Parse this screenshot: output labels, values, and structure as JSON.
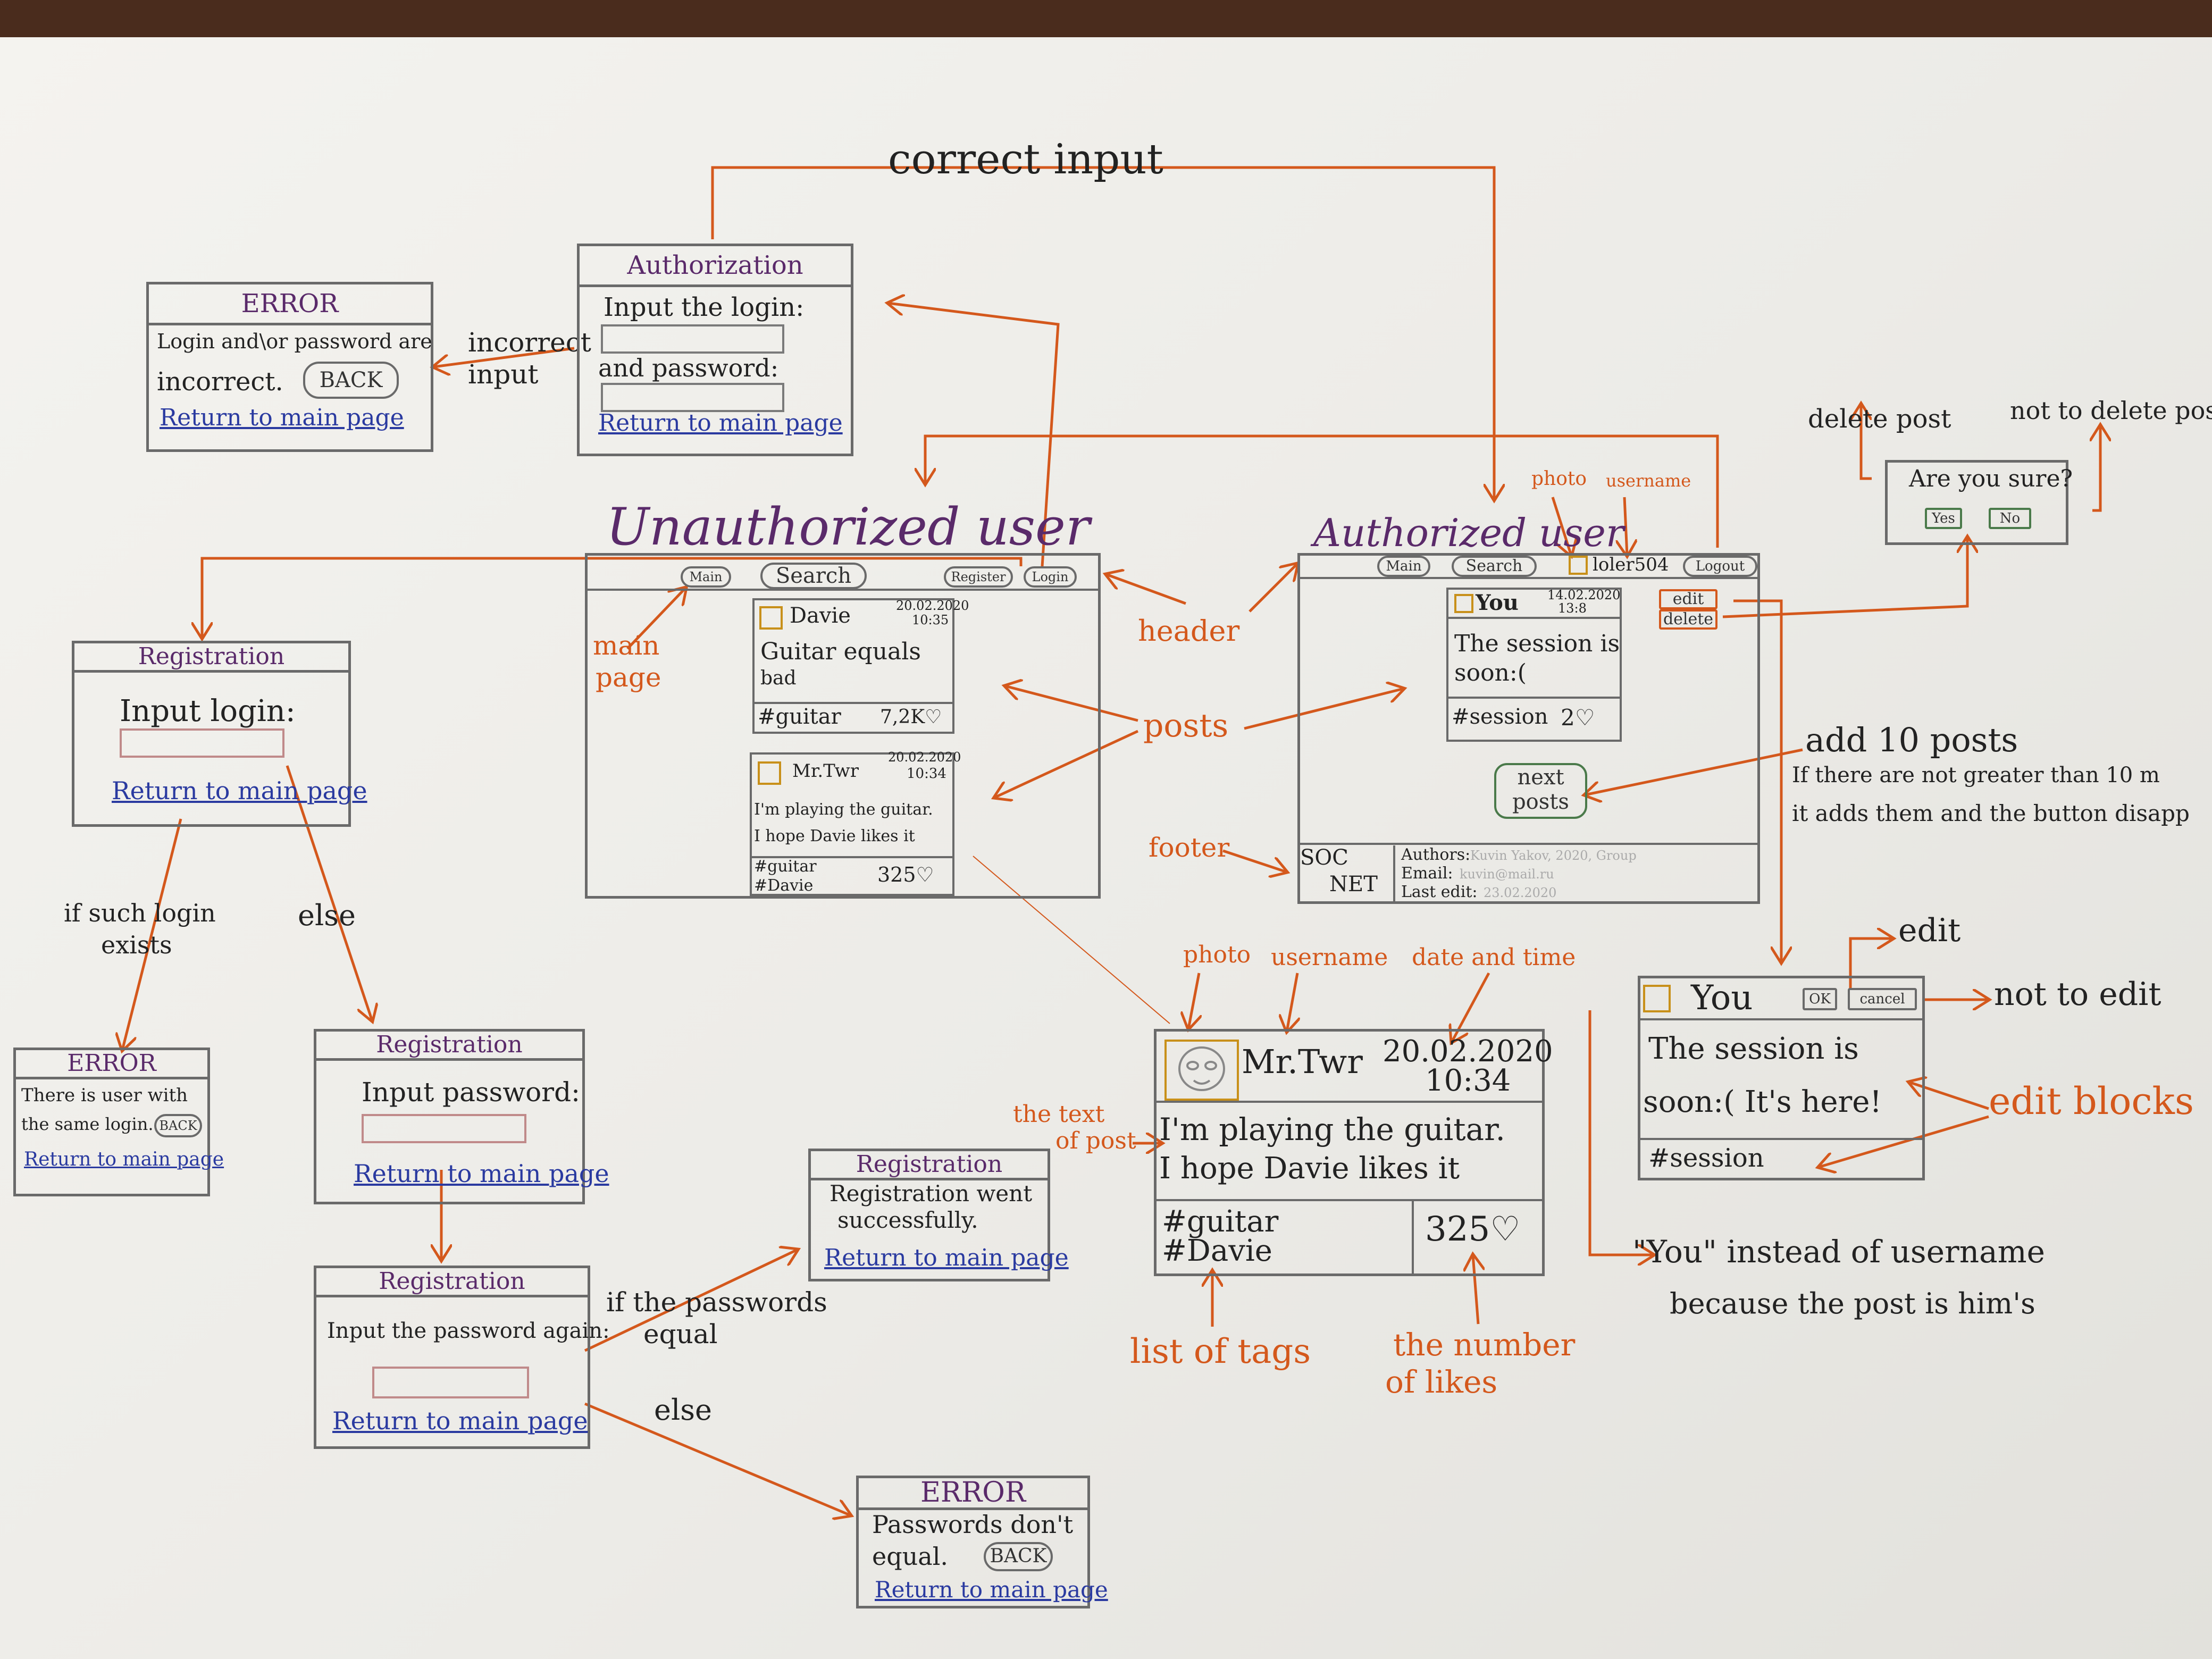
{
  "labels": {
    "correct_input": "correct input",
    "incorrect_input_1": "incorrect",
    "incorrect_input_2": "input",
    "unauthorized_user": "Unauthorized user",
    "authorized_user": "Authorized user",
    "header": "header",
    "posts": "posts",
    "footer": "footer",
    "main_page_1": "main",
    "main_page_2": "page",
    "photo_top": "photo",
    "username_top": "username",
    "delete_post": "delete post",
    "not_to_delete_post": "not to delete post",
    "add_10_posts": "add 10 posts",
    "add_10_note_1": "If there are not greater than 10 m",
    "add_10_note_2": "it adds them and the button disapp",
    "if_such_login_1": "if such login",
    "if_such_login_2": "exists",
    "else_1": "else",
    "else_2": "else",
    "if_passwords_1": "if the passwords",
    "if_passwords_2": "equal",
    "photo": "photo",
    "username": "username",
    "date_and_time": "date and time",
    "text_of_post_1": "the text",
    "text_of_post_2": "of post",
    "list_of_tags": "list of tags",
    "number_of_likes_1": "the number",
    "number_of_likes_2": "of likes",
    "edit": "edit",
    "not_to_edit": "not to edit",
    "edit_blocks": "edit blocks",
    "you_note_1": "\"You\" instead of username",
    "you_note_2": "because the post is him's"
  },
  "auth": {
    "title": "Authorization",
    "login_label": "Input the login:",
    "password_label": "and password:",
    "return": "Return to main page"
  },
  "error_login": {
    "title": "ERROR",
    "line1": "Login and\\or password are",
    "line2": "incorrect.",
    "back": "BACK",
    "return": "Return to main page"
  },
  "unauth": {
    "nav_main": "Main",
    "nav_search": "Search",
    "nav_register": "Register",
    "nav_login": "Login",
    "post1": {
      "user": "Davie",
      "date": "20.02.2020",
      "time": "10:35",
      "text1": "Guitar equals",
      "text2": "bad",
      "tag1": "#guitar",
      "likes": "7,2K"
    },
    "post2": {
      "user": "Mr.Twr",
      "date": "20.02.2020",
      "time": "10:34",
      "text1": "I'm playing the guitar.",
      "text2": "I hope Davie likes it",
      "tag1": "#guitar",
      "tag2": "#Davie",
      "likes": "325"
    }
  },
  "authp": {
    "nav_main": "Main",
    "nav_search": "Search",
    "username": "loler504",
    "nav_logout": "Logout",
    "post": {
      "user": "You",
      "date": "14.02.2020",
      "time": "13:8",
      "text1": "The session is",
      "text2": "soon:(",
      "tag1": "#session",
      "likes": "2"
    },
    "edit": "edit",
    "delete": "delete",
    "next_1": "next",
    "next_2": "posts",
    "footer_soc_1": "SOC",
    "footer_soc_2": "NET",
    "footer_authors": "Authors:",
    "footer_email": "Email:",
    "footer_lastedit": "Last edit:",
    "footer_authors_val": "Kuvin Yakov, 2020, Group",
    "footer_email_val": "kuvin@mail.ru",
    "footer_lastedit_val": "23.02.2020"
  },
  "confirm": {
    "question": "Are you sure?",
    "yes": "Yes",
    "no": "No"
  },
  "reg1": {
    "title": "Registration",
    "label": "Input login:",
    "return": "Return to main page"
  },
  "error_reg": {
    "title": "ERROR",
    "line1": "There is user with",
    "line2": "the same login.",
    "back": "BACK",
    "return": "Return to main page"
  },
  "reg2": {
    "title": "Registration",
    "label": "Input password:",
    "return": "Return to main page"
  },
  "reg3": {
    "title": "Registration",
    "label": "Input the password again:",
    "return": "Return to main page"
  },
  "reg_ok": {
    "title": "Registration",
    "line1": "Registration went",
    "line2": "successfully.",
    "return": "Return to main page"
  },
  "error_pw": {
    "title": "ERROR",
    "line1": "Passwords don't",
    "line2": "equal.",
    "back": "BACK",
    "return": "Return to main page"
  },
  "big_post": {
    "user": "Mr.Twr",
    "date": "20.02.2020",
    "time": "10:34",
    "text1": "I'm playing the guitar.",
    "text2": "I hope Davie likes it",
    "tag1": "#guitar",
    "tag2": "#Davie",
    "likes": "325"
  },
  "edit_post": {
    "user": "You",
    "ok": "OK",
    "cancel": "cancel",
    "text1": "The session is",
    "text2": "soon:( It's here!",
    "tag1": "#session"
  },
  "heart": "♡",
  "colors": {
    "arrow": "#d4581c",
    "pencil": "#6a6a6a",
    "title": "#5a2a6a",
    "link": "#2a3aa0"
  }
}
